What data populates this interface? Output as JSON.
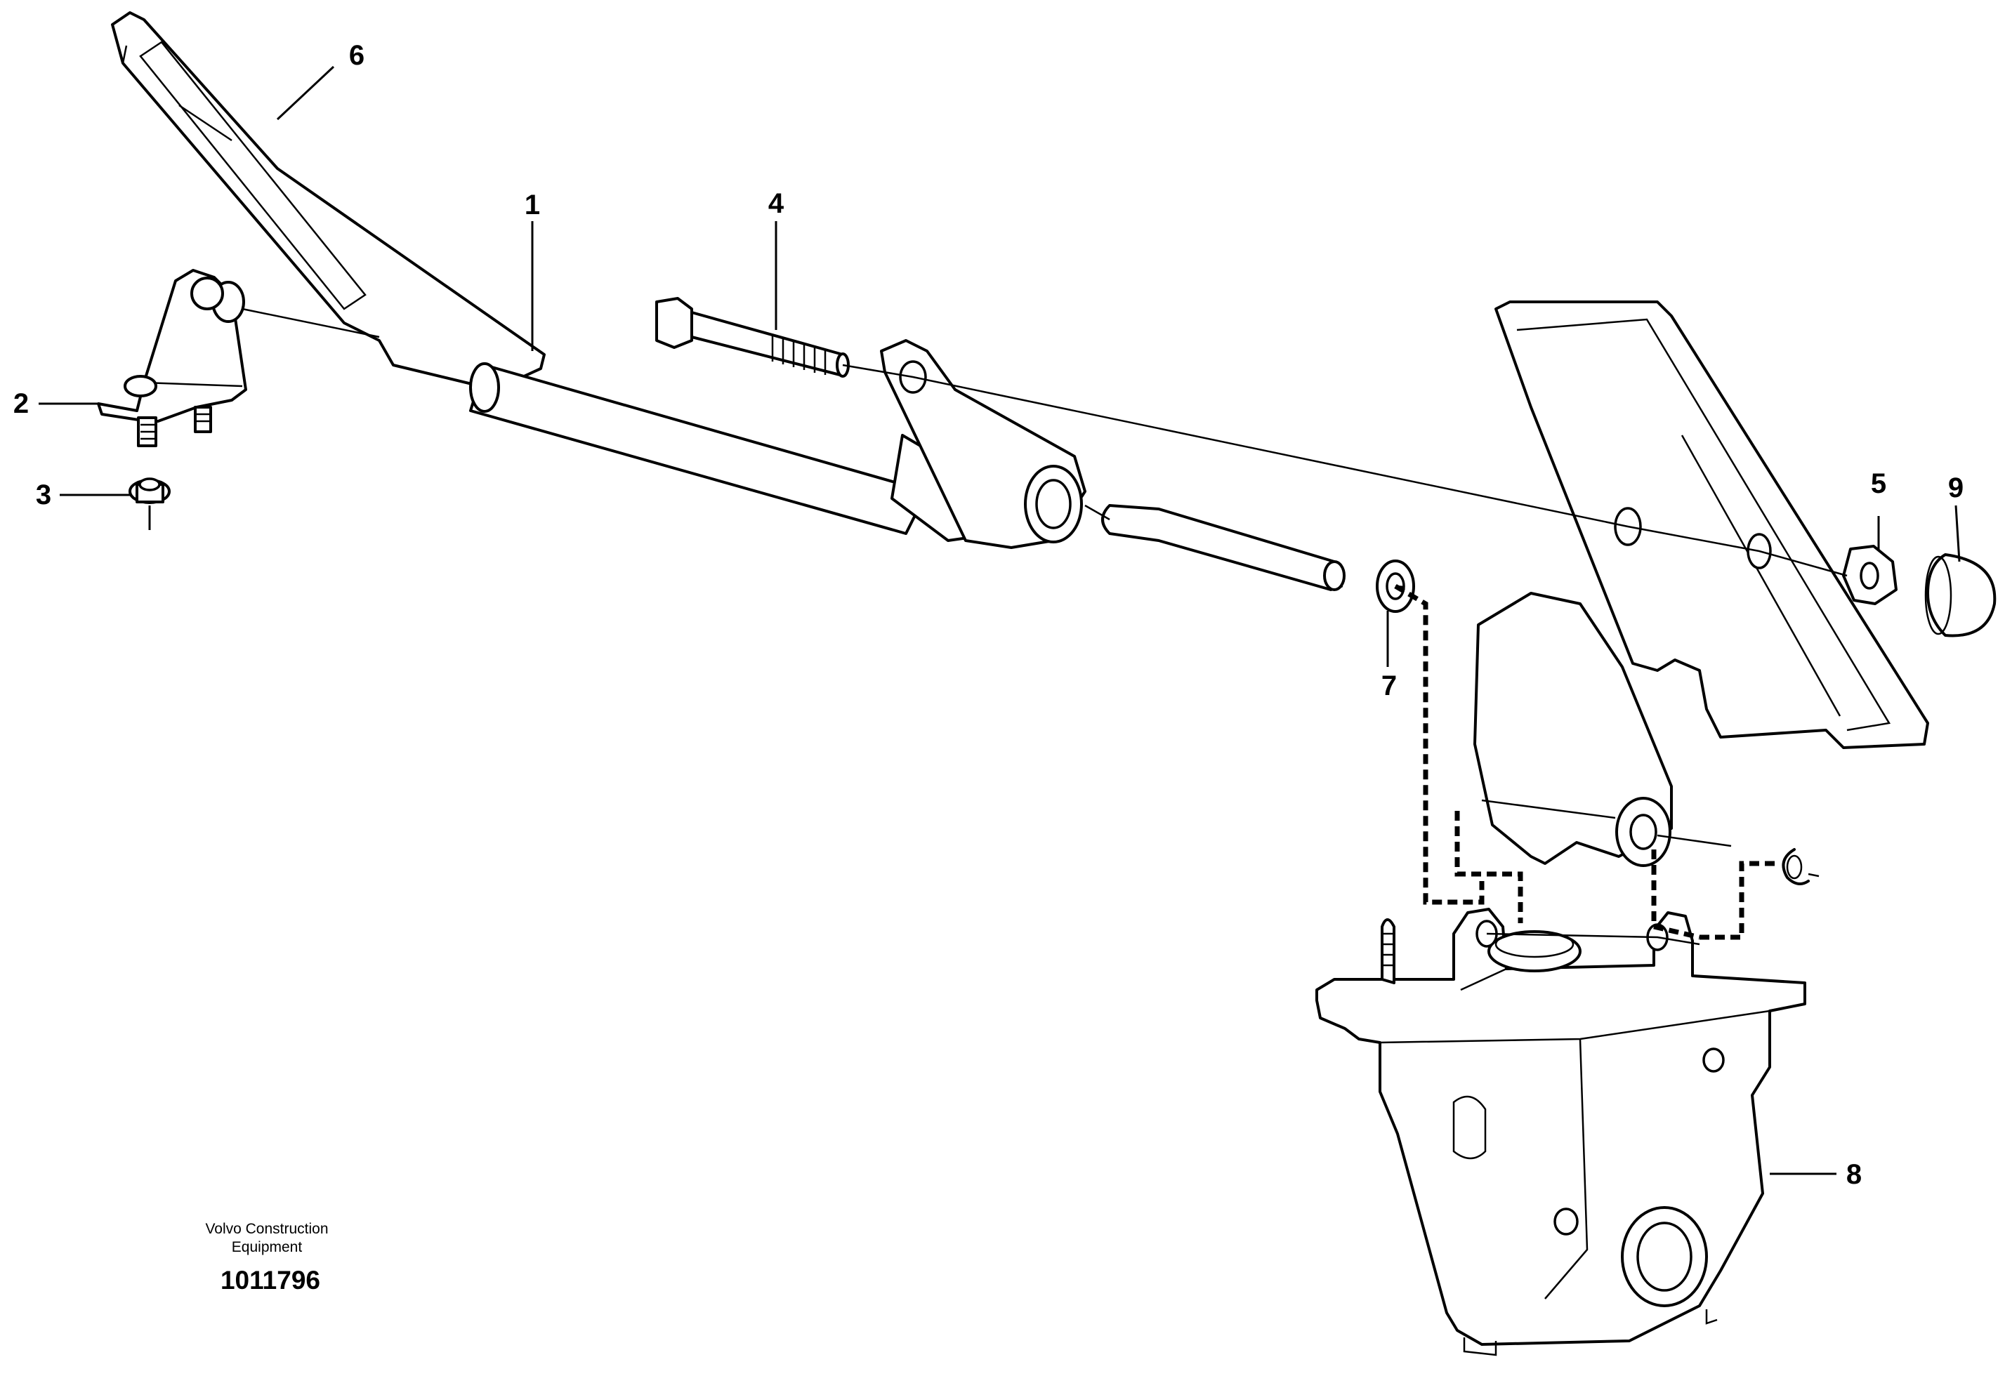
{
  "callouts": {
    "c1": "1",
    "c2": "2",
    "c3": "3",
    "c4": "4",
    "c5": "5",
    "c6": "6",
    "c7": "7",
    "c8": "8",
    "c9": "9"
  },
  "credit": {
    "line1": "Volvo Construction",
    "line2": "Equipment"
  },
  "document_number": "1011796",
  "colors": {
    "line": "#000000",
    "background": "#ffffff"
  }
}
